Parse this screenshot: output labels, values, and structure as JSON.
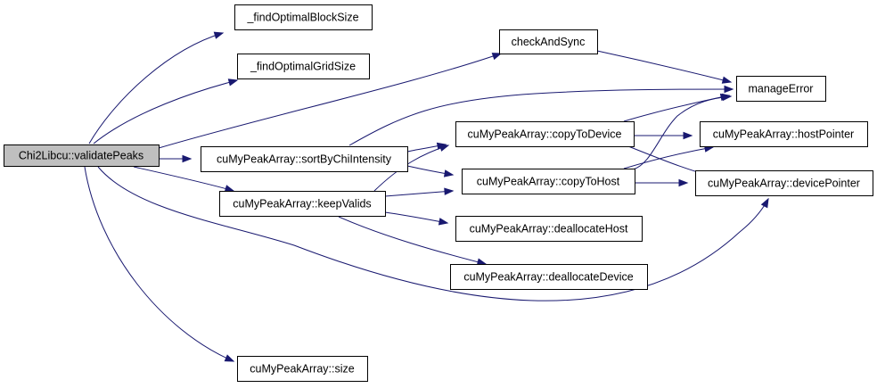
{
  "graph": {
    "nodes": [
      {
        "id": "validatePeaks",
        "label": "Chi2Libcu::validatePeaks"
      },
      {
        "id": "findOptimalBlockSize",
        "label": "_findOptimalBlockSize"
      },
      {
        "id": "findOptimalGridSize",
        "label": "_findOptimalGridSize"
      },
      {
        "id": "checkAndSync",
        "label": "checkAndSync"
      },
      {
        "id": "manageError",
        "label": "manageError"
      },
      {
        "id": "sortByChiIntensity",
        "label": "cuMyPeakArray::sortByChiIntensity"
      },
      {
        "id": "copyToDevice",
        "label": "cuMyPeakArray::copyToDevice"
      },
      {
        "id": "hostPointer",
        "label": "cuMyPeakArray::hostPointer"
      },
      {
        "id": "copyToHost",
        "label": "cuMyPeakArray::copyToHost"
      },
      {
        "id": "devicePointer",
        "label": "cuMyPeakArray::devicePointer"
      },
      {
        "id": "keepValids",
        "label": "cuMyPeakArray::keepValids"
      },
      {
        "id": "deallocateHost",
        "label": "cuMyPeakArray::deallocateHost"
      },
      {
        "id": "deallocateDevice",
        "label": "cuMyPeakArray::deallocateDevice"
      },
      {
        "id": "size",
        "label": "cuMyPeakArray::size"
      }
    ],
    "edges": [
      {
        "from": "validatePeaks",
        "to": "findOptimalBlockSize"
      },
      {
        "from": "validatePeaks",
        "to": "findOptimalGridSize"
      },
      {
        "from": "validatePeaks",
        "to": "checkAndSync"
      },
      {
        "from": "validatePeaks",
        "to": "sortByChiIntensity"
      },
      {
        "from": "validatePeaks",
        "to": "keepValids"
      },
      {
        "from": "validatePeaks",
        "to": "devicePointer"
      },
      {
        "from": "validatePeaks",
        "to": "size"
      },
      {
        "from": "checkAndSync",
        "to": "manageError"
      },
      {
        "from": "sortByChiIntensity",
        "to": "manageError"
      },
      {
        "from": "sortByChiIntensity",
        "to": "copyToDevice"
      },
      {
        "from": "sortByChiIntensity",
        "to": "copyToHost"
      },
      {
        "from": "copyToDevice",
        "to": "manageError"
      },
      {
        "from": "copyToDevice",
        "to": "hostPointer"
      },
      {
        "from": "copyToDevice",
        "to": "devicePointer"
      },
      {
        "from": "copyToHost",
        "to": "manageError"
      },
      {
        "from": "copyToHost",
        "to": "hostPointer"
      },
      {
        "from": "copyToHost",
        "to": "devicePointer"
      },
      {
        "from": "keepValids",
        "to": "copyToDevice"
      },
      {
        "from": "keepValids",
        "to": "copyToHost"
      },
      {
        "from": "keepValids",
        "to": "deallocateHost"
      },
      {
        "from": "keepValids",
        "to": "deallocateDevice"
      }
    ],
    "colors": {
      "edge": "#191970",
      "root_fill": "#bfbfbf",
      "node_fill": "#ffffff",
      "border": "#000000"
    }
  }
}
